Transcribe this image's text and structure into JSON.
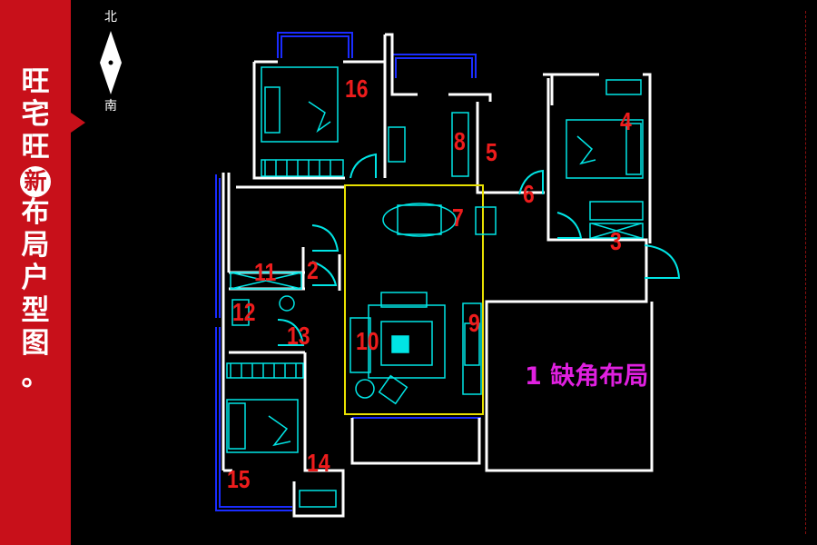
{
  "title_chars": [
    "旺",
    "宅",
    "旺",
    "新",
    "布",
    "局",
    "户",
    "型",
    "图",
    "。"
  ],
  "compass": {
    "north": "北",
    "south": "南"
  },
  "rooms": [
    {
      "id": "1",
      "text": "1"
    },
    {
      "id": "2",
      "text": "2"
    },
    {
      "id": "3",
      "text": "3"
    },
    {
      "id": "4",
      "text": "4"
    },
    {
      "id": "5",
      "text": "5"
    },
    {
      "id": "6",
      "text": "6"
    },
    {
      "id": "7",
      "text": "7"
    },
    {
      "id": "8",
      "text": "8"
    },
    {
      "id": "9",
      "text": "9"
    },
    {
      "id": "10",
      "text": "10"
    },
    {
      "id": "11",
      "text": "11"
    },
    {
      "id": "12",
      "text": "12"
    },
    {
      "id": "13",
      "text": "13"
    },
    {
      "id": "14",
      "text": "14"
    },
    {
      "id": "15",
      "text": "15"
    },
    {
      "id": "16",
      "text": "16"
    }
  ],
  "missing_corner": {
    "number": "1",
    "label": "缺角布局"
  },
  "colors": {
    "sidebar": "#c8101a",
    "wall": "#ffffff",
    "furniture": "#00e5e5",
    "balcony": "#1a2cff",
    "living_outline": "#e8e000",
    "labels": "#ee1c1c",
    "missing": "#e020e0"
  }
}
